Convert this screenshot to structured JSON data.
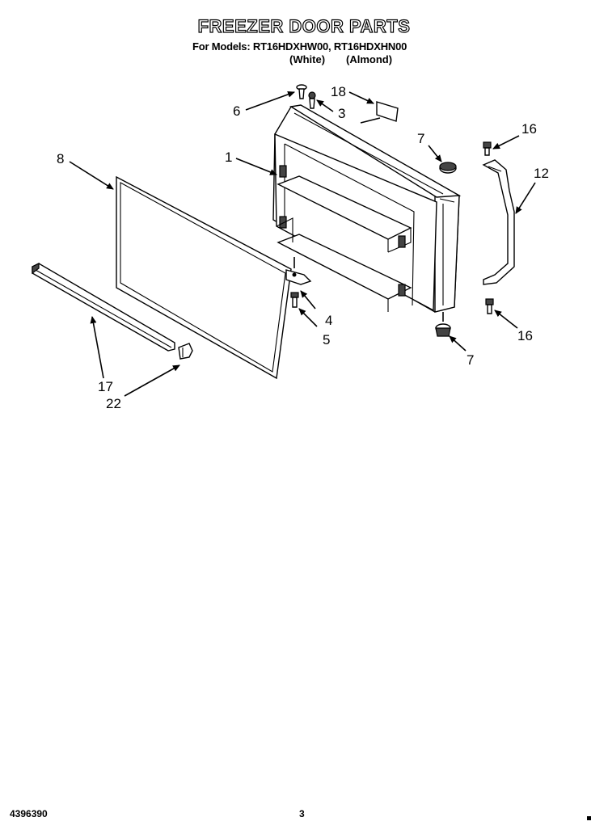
{
  "page": {
    "title": "FREEZER DOOR PARTS",
    "models_line": "For Models: RT16HDXHW00, RT16HDXHN00",
    "color_white": "(White)",
    "color_almond": "(Almond)",
    "doc_number": "4396390",
    "page_number": "3"
  },
  "callouts": {
    "c1": "1",
    "c3": "3",
    "c4": "4",
    "c5": "5",
    "c6": "6",
    "c7a": "7",
    "c7b": "7",
    "c8": "8",
    "c12": "12",
    "c16a": "16",
    "c16b": "16",
    "c17": "17",
    "c18": "18",
    "c22": "22"
  }
}
